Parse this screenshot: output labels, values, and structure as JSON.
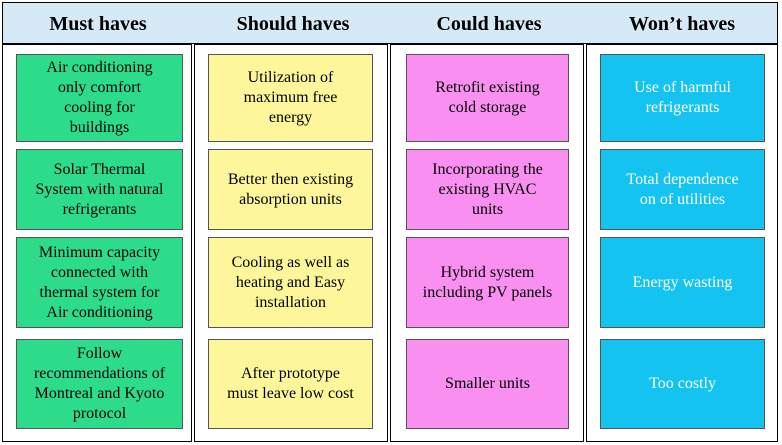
{
  "colors": {
    "header_bg": "#d6e9f6",
    "must": "#2ddc8b",
    "should": "#fdf69a",
    "could": "#f98ff0",
    "wont": "#14c3f0",
    "wont_text": "#ffffff"
  },
  "columns": [
    {
      "title": "Must haves",
      "items": [
        "Air conditioning\nonly comfort\ncooling for\nbuildings",
        "Solar Thermal\nSystem with natural\nrefrigerants",
        "Minimum capacity\nconnected with\nthermal system for\nAir conditioning",
        "Follow\nrecommendations of\nMontreal and Kyoto\nprotocol"
      ]
    },
    {
      "title": "Should haves",
      "items": [
        "Utilization of\nmaximum free\nenergy",
        "Better then existing\nabsorption units",
        "Cooling as well as\nheating and Easy\ninstallation",
        "After prototype\nmust leave low cost"
      ]
    },
    {
      "title": "Could haves",
      "items": [
        "Retrofit existing\ncold storage",
        "Incorporating the\nexisting HVAC\nunits",
        "Hybrid system\nincluding PV panels",
        "Smaller units"
      ]
    },
    {
      "title": "Won’t haves",
      "items": [
        "Use of harmful\nrefrigerants",
        "Total dependence\non  of utilities",
        "Energy wasting",
        "Too costly"
      ]
    }
  ]
}
